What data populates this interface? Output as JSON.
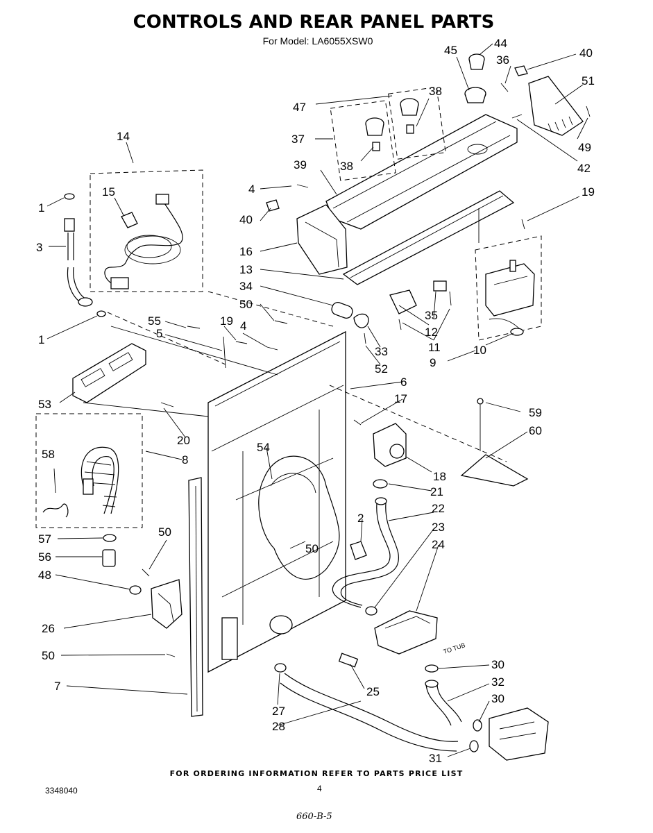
{
  "header": {
    "title": "CONTROLS AND REAR PANEL PARTS",
    "subtitle": "For Model: LA6055XSW0"
  },
  "callouts": {
    "c1a": "1",
    "c1b": "1",
    "c2": "2",
    "c3": "3",
    "c4a": "4",
    "c4b": "4",
    "c5": "5",
    "c6": "6",
    "c7": "7",
    "c8": "8",
    "c9": "9",
    "c10": "10",
    "c11": "11",
    "c12": "12",
    "c13": "13",
    "c14": "14",
    "c15": "15",
    "c16": "16",
    "c17": "17",
    "c18": "18",
    "c19a": "19",
    "c19b": "19",
    "c20": "20",
    "c21": "21",
    "c22": "22",
    "c23": "23",
    "c24": "24",
    "c25": "25",
    "c26": "26",
    "c27": "27",
    "c28": "28",
    "c30a": "30",
    "c30b": "30",
    "c31": "31",
    "c32": "32",
    "c33": "33",
    "c34": "34",
    "c35": "35",
    "c36": "36",
    "c37": "37",
    "c38a": "38",
    "c38b": "38",
    "c39": "39",
    "c40a": "40",
    "c40b": "40",
    "c42": "42",
    "c44": "44",
    "c45": "45",
    "c47": "47",
    "c48": "48",
    "c49": "49",
    "c50a": "50",
    "c50b": "50",
    "c50c": "50",
    "c50d": "50",
    "c51": "51",
    "c52": "52",
    "c53": "53",
    "c54": "54",
    "c55": "55",
    "c56": "56",
    "c57": "57",
    "c58": "58",
    "c59": "59",
    "c60": "60"
  },
  "annotation": {
    "to_tub": "TO TUB"
  },
  "footer": {
    "ordering_note": "FOR ORDERING INFORMATION REFER TO PARTS PRICE LIST",
    "doc_number": "3348040",
    "page_number": "4",
    "handwritten": "660-B-5"
  }
}
